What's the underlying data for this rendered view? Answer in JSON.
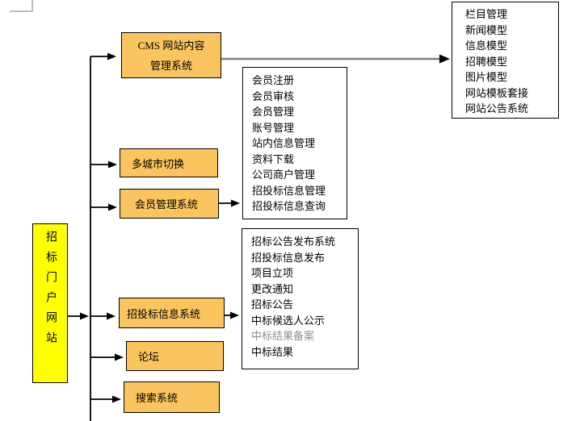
{
  "colors": {
    "module_fill": "#FAC55E",
    "root_fill": "#FFFF00",
    "line_black": "#000000",
    "line_gray": "#7F7F7F",
    "muted_text": "#8F8F8F",
    "corner_mark": "#A9A9A9"
  },
  "diagram": {
    "root": {
      "label": "招标门户网站"
    },
    "modules": {
      "cms": {
        "line1": "CMS 网站内容",
        "line2": "管理系统"
      },
      "multi_city": {
        "label": "多城市切换"
      },
      "member": {
        "label": "会员管理系统"
      },
      "bidding": {
        "label": "招投标信息系统"
      },
      "forum": {
        "label": "论坛"
      },
      "search": {
        "label": "搜索系统"
      }
    },
    "lists": {
      "cms_features": {
        "items": [
          "栏目管理",
          "新闻模型",
          "信息模型",
          "招聘模型",
          "图片模型",
          "网站模板套接",
          "网站公告系统"
        ]
      },
      "member_features": {
        "items": [
          "会员注册",
          "会员审核",
          "会员管理",
          "账号管理",
          "站内信息管理",
          "资料下载",
          "公司商户管理",
          "招投标信息管理",
          "招投标信息查询"
        ]
      },
      "bidding_features": {
        "items": [
          "招标公告发布系统",
          "招投标信息发布",
          "项目立项",
          "更改通知",
          "招标公告",
          "中标候选人公示",
          "中标结果备案",
          "中标结果"
        ]
      }
    }
  }
}
